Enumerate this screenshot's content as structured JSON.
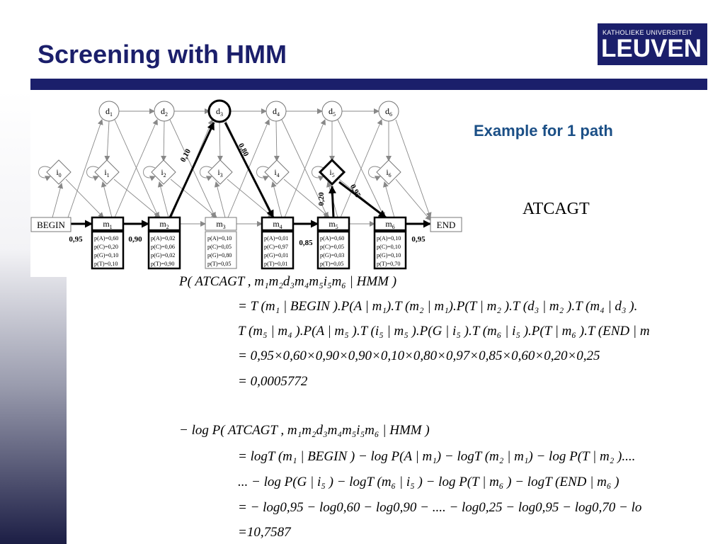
{
  "slide": {
    "title": "Screening with HMM",
    "logo_top": "KATHOLIEKE UNIVERSITEIT",
    "logo_main": "LEUVEN",
    "subtitle": "Example for 1 path",
    "sequence": "ATCAGT"
  },
  "diagram": {
    "delete_states": [
      "d1",
      "d2",
      "d3",
      "d4",
      "d5",
      "d6"
    ],
    "insert_states": [
      "i0",
      "i1",
      "i2",
      "i3",
      "i4",
      "i5",
      "i6"
    ],
    "match_states": [
      "m1",
      "m2",
      "m3",
      "m4",
      "m5",
      "m6"
    ],
    "begin_label": "BEGIN",
    "end_label": "END",
    "transition_labels": [
      "0,95",
      "0,90",
      "0,10",
      "0,80",
      "0,85",
      "0,20",
      "0,95",
      "0,95"
    ],
    "emissions": [
      [
        "p(A)=0,60",
        "p(C)=0,20",
        "p(G)=0,10",
        "p(T)=0,10"
      ],
      [
        "p(A)=0,02",
        "p(C)=0,06",
        "p(G)=0,02",
        "p(T)=0,90"
      ],
      [
        "p(A)=0,10",
        "p(C)=0,05",
        "p(G)=0,80",
        "p(T)=0,05"
      ],
      [
        "p(A)=0,01",
        "p(C)=0,97",
        "p(G)=0,01",
        "p(T)=0,01"
      ],
      [
        "p(A)=0,60",
        "p(C)=0,05",
        "p(G)=0,03",
        "p(T)=0,05"
      ],
      [
        "p(A)=0,10",
        "p(C)=0,10",
        "p(G)=0,10",
        "p(T)=0,70"
      ]
    ]
  },
  "equations": {
    "p_lines": [
      "P( ATCAGT , m₁m₂d₃m₄m₅i₅m₆ | HMM )",
      "= T (m₁ | BEGIN ).P(A | m₁).T (m₂ | m₁).P(T | m₂ ).T (d₃ | m₂ ).T (m₄ | d₃ ).",
      "T (m₅ | m₄ ).P(A | m₅ ).T (i₅ | m₅ ).P(G | i₅ ).T (m₆ | i₅ ).P(T | m₆ ).T (END | m",
      "= 0,95×0,60×0,90×0,90×0,10×0,80×0,97×0,85×0,60×0,20×0,25",
      "= 0,0005772"
    ],
    "log_lines": [
      "− log P( ATCAGT , m₁m₂d₃m₄m₅i₅m₆ | HMM )",
      "= logT (m₁ | BEGIN ) − log P(A | m₁) − logT (m₂ | m₁) − log P(T | m₂ )....",
      "... − log P(G | i₅ ) − logT (m₆ | i₅ ) − log P(T | m₆ ) − logT (END | m₆ )",
      "= − log0,95 − log0,60 − log0,90 − .... − log0,25 − log0,95 − log0,70 − lo",
      "=10,7587"
    ]
  }
}
